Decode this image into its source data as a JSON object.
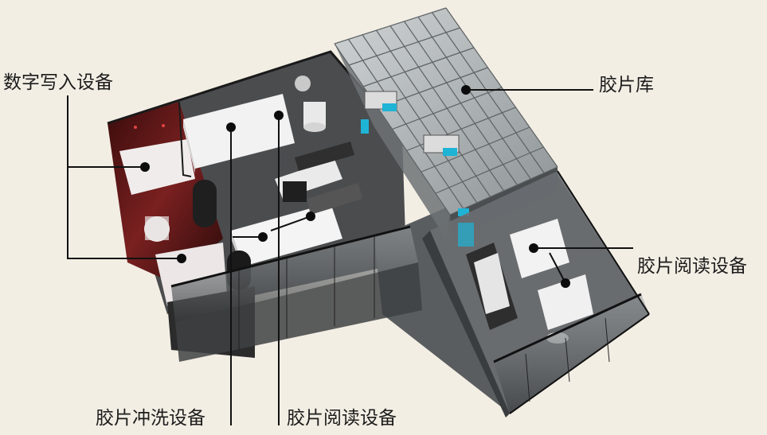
{
  "labels": {
    "digital_writing": "数字写入设备",
    "film_library": "胶片库",
    "film_reading_right": "胶片阅读设备",
    "film_developing": "胶片冲洗设备",
    "film_reading_bottom": "胶片阅读设备"
  },
  "colors": {
    "background": "#f3eee4",
    "glass_frame": "#2a2a2a",
    "floor_dark": "#3a3a3a",
    "cabinet": "#eeeeee",
    "accent_cyan": "#1fb3d6",
    "red_room": "#6a1a1a"
  }
}
